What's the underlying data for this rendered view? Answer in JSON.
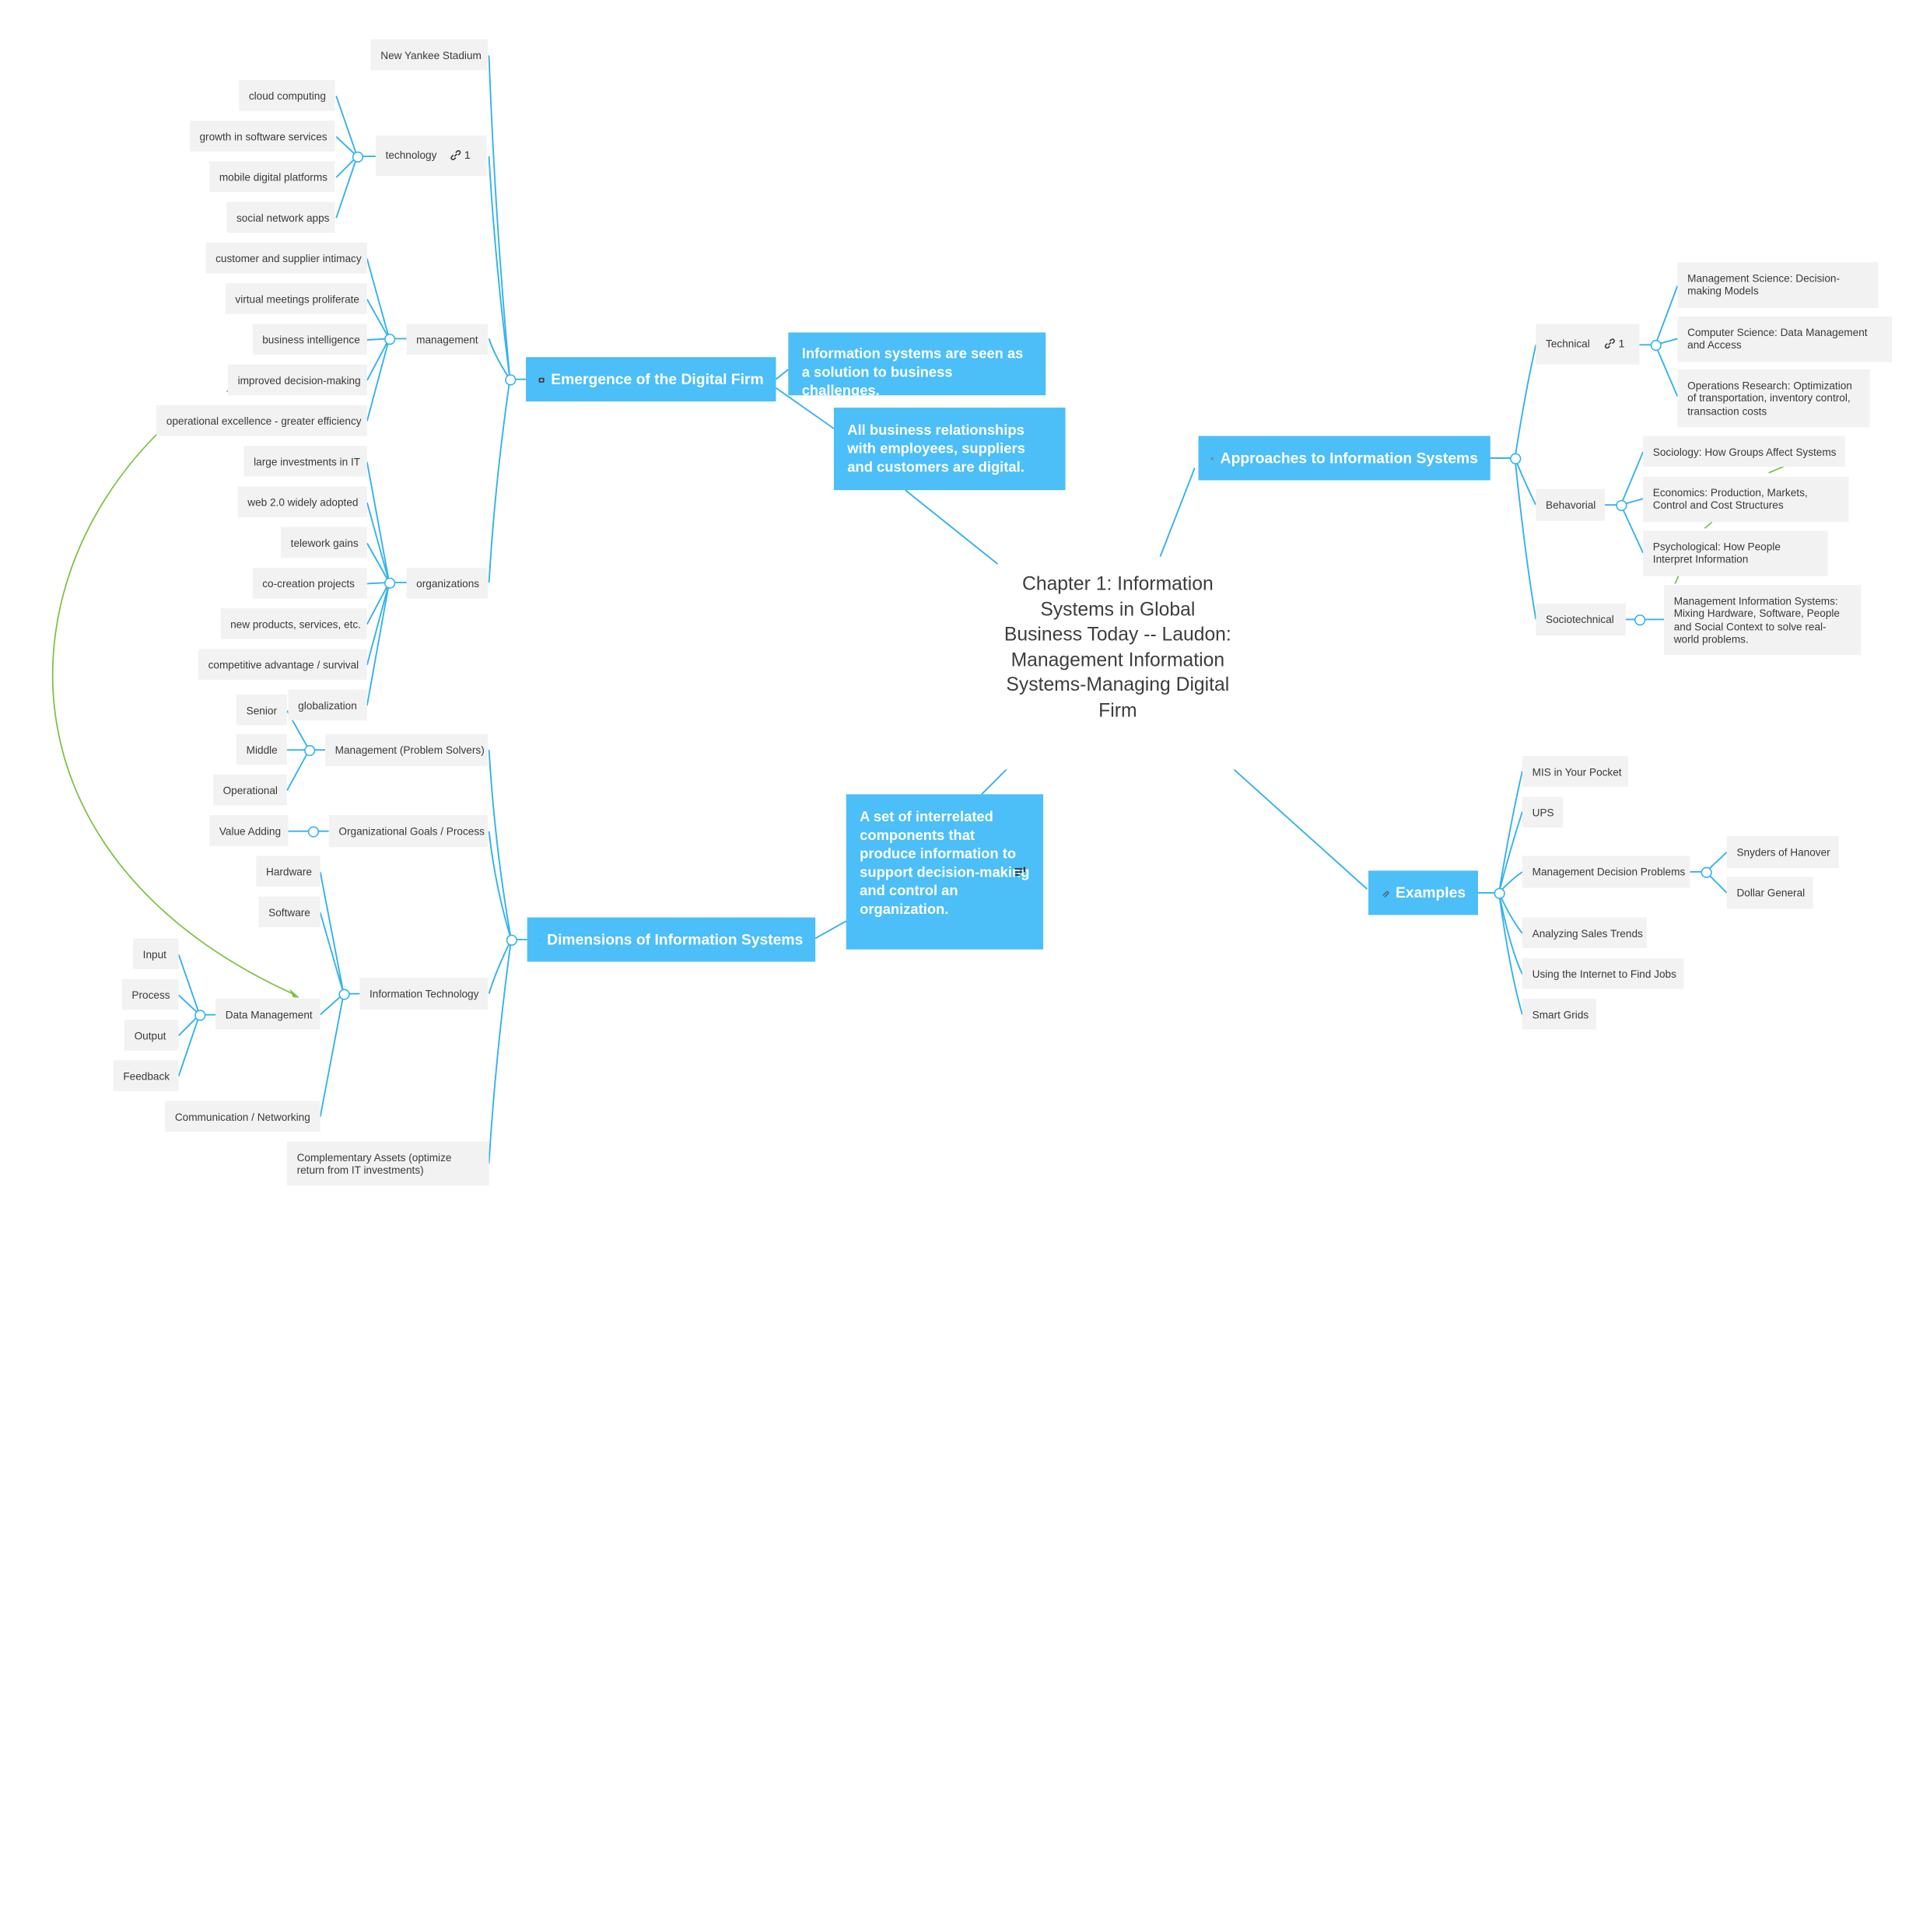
{
  "central": {
    "title": "Chapter 1: Information Systems in Global Business Today -- Laudon: Management Information Systems-Managing Digital Firm"
  },
  "main_topics": {
    "emergence": "Emergence of the Digital Firm",
    "approaches": "Approaches to Information Systems",
    "dimensions": "Dimensions of Information Systems",
    "examples": "Examples"
  },
  "callouts": {
    "solution": "Information systems are seen as a solution to business challenges.",
    "digital": "All business relationships with employees, suppliers and customers are digital.",
    "components": "A set of interrelated components that produce information to support decision-making and control an organization."
  },
  "emergence_branch": {
    "stadium": "New Yankee Stadium",
    "technology": "technology",
    "technology_links": "1",
    "tech_items": [
      "cloud computing",
      "growth in software services",
      "mobile digital platforms",
      "social network apps"
    ],
    "management": "management",
    "mgmt_items": [
      "customer and supplier intimacy",
      "virtual meetings proliferate",
      "business intelligence",
      "improved decision-making",
      "operational excellence - greater efficiency"
    ],
    "organizations": "organizations",
    "org_items": [
      "large investments in IT",
      "web 2.0 widely adopted",
      "telework gains",
      "co-creation projects",
      "new products, services, etc.",
      "competitive advantage / survival",
      "globalization"
    ]
  },
  "dimensions_branch": {
    "management": "Management (Problem Solvers)",
    "mgmt_items": [
      "Senior",
      "Middle",
      "Operational"
    ],
    "goals": "Organizational Goals / Process",
    "goals_items": [
      "Value Adding"
    ],
    "it": "Information Technology",
    "it_items": [
      "Hardware",
      "Software",
      "Data Management",
      "Communication / Networking"
    ],
    "data_items": [
      "Input",
      "Process",
      "Output",
      "Feedback"
    ],
    "assets": "Complementary Assets (optimize return from IT investments)"
  },
  "approaches_branch": {
    "technical": "Technical",
    "technical_links": "1",
    "technical_items": [
      "Management Science: Decision-making Models",
      "Computer Science: Data Management and Access",
      "Operations Research: Optimization of transportation, inventory control, transaction costs"
    ],
    "behavioral": "Behavorial",
    "behavioral_items": [
      "Sociology: How Groups Affect Systems",
      "Economics: Production, Markets, Control and Cost Structures",
      "Psychological: How People Interpret Information"
    ],
    "sociotechnical": "Sociotechnical",
    "sociotechnical_items": [
      "Management Information Systems: Mixing Hardware, Software, People and Social Context to solve real-world problems."
    ]
  },
  "examples_branch": {
    "items": [
      "MIS in Your Pocket",
      "UPS",
      "Management Decision Problems",
      "Analyzing Sales Trends",
      "Using the Internet to Find Jobs",
      "Smart Grids"
    ],
    "decision_items": [
      "Snyders of Hanover",
      "Dollar General"
    ]
  },
  "colors": {
    "accent": "#4cbef8",
    "line": "#34b2ee",
    "relation": "#7cc242",
    "node_bg": "#f2f2f2"
  }
}
